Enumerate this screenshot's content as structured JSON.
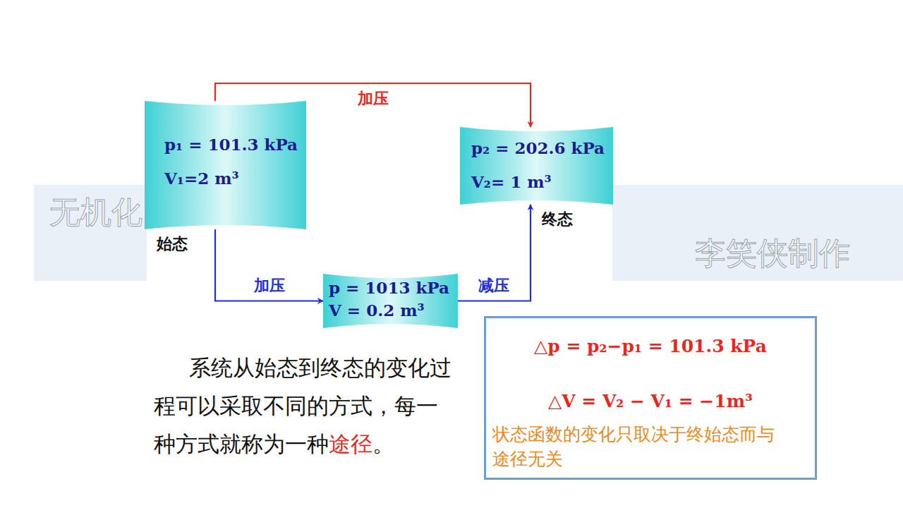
{
  "diagram": {
    "nodes": [
      {
        "text": [
          "p₁ = 101.3 kPa",
          "V₁=2 m³",
          "始态"
        ]
      },
      {
        "text": [
          "p₂ = 202.6 kPa",
          "V₂= 1 m³",
          "终态"
        ]
      },
      {
        "text": [
          "p = 1013 kPa",
          "V = 0.2 m³"
        ]
      },
      {
        "text": [
          "△p = p₂−p₁ = 101.3 kPa",
          "△V = V₂ − V₁ = −1m³",
          "状态函数的变化只取决于终始态而与途径无关"
        ]
      }
    ],
    "edges": [
      {
        "from": 0,
        "to": 1,
        "label": "加压",
        "arrow": "to"
      },
      {
        "from": 0,
        "to": 2,
        "label": "加压",
        "arrow": "to"
      },
      {
        "from": 2,
        "to": 1,
        "label": "减压",
        "arrow": "to"
      }
    ],
    "labels": [
      "无机化",
      "李笑侠制作",
      "系统从始态到终态的变化过程可以采取不同的方式，每一种方式就称为一种",
      "途径",
      "。"
    ]
  }
}
